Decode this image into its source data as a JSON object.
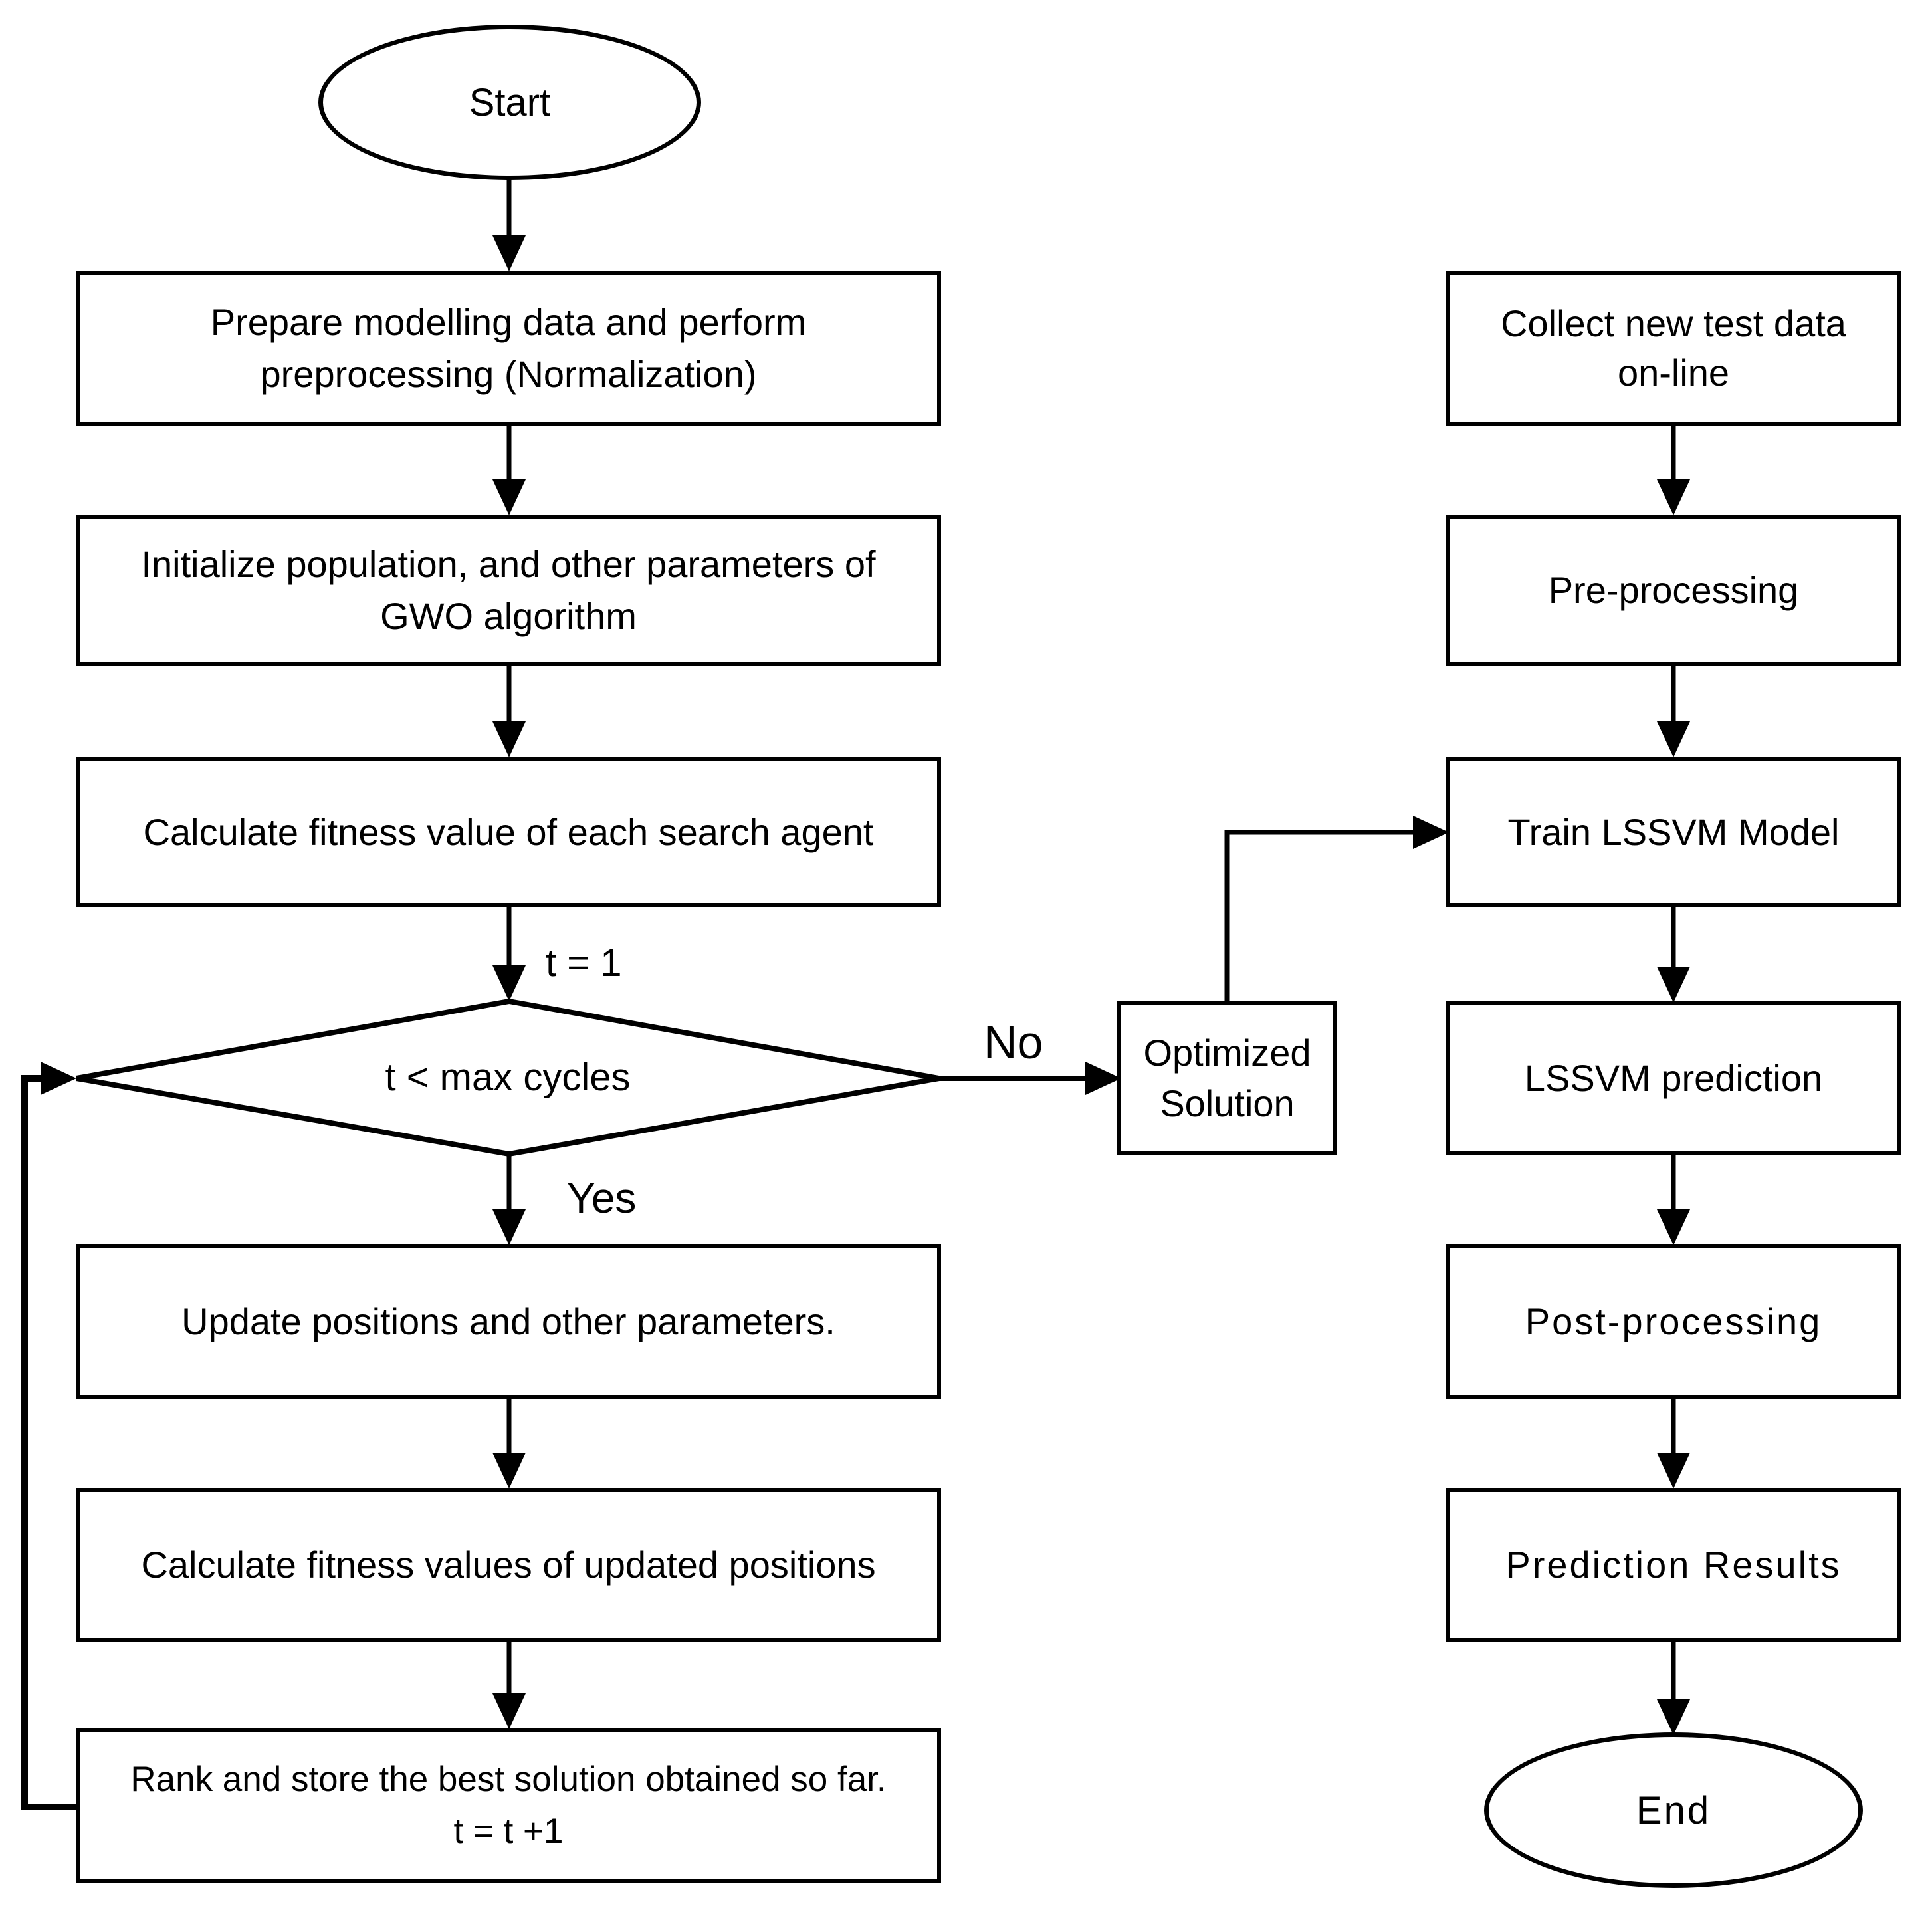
{
  "colors": {
    "stroke": "#000000",
    "background": "#ffffff"
  },
  "nodes": {
    "start": {
      "label": "Start"
    },
    "prepare": {
      "lines": [
        "Prepare modelling data and perform",
        "preprocessing (Normalization)"
      ]
    },
    "initialize": {
      "lines": [
        "Initialize population, and other parameters of",
        "GWO algorithm"
      ]
    },
    "calc_fitness": {
      "lines": [
        "Calculate fitness value of each search agent"
      ]
    },
    "decision": {
      "label": "t < max cycles"
    },
    "update_positions": {
      "lines": [
        "Update positions and other parameters."
      ]
    },
    "calc_fitness_updated": {
      "lines": [
        "Calculate fitness values of updated positions"
      ]
    },
    "rank_store": {
      "lines": [
        "Rank and store the best solution obtained so far.",
        "t = t +1"
      ]
    },
    "optimized_solution": {
      "lines": [
        "Optimized",
        "Solution"
      ]
    },
    "collect": {
      "lines": [
        "Collect new test data",
        "on-line"
      ]
    },
    "pre_processing": {
      "lines": [
        "Pre-processing"
      ]
    },
    "train": {
      "lines": [
        "Train LSSVM Model"
      ]
    },
    "lssvm_prediction": {
      "lines": [
        "LSSVM prediction"
      ]
    },
    "post_processing": {
      "lines": [
        "Post-processing"
      ]
    },
    "prediction_results": {
      "lines": [
        "Prediction Results"
      ]
    },
    "end": {
      "label": "End"
    }
  },
  "edge_labels": {
    "t_init": "t = 1",
    "no": "No",
    "yes": "Yes"
  }
}
